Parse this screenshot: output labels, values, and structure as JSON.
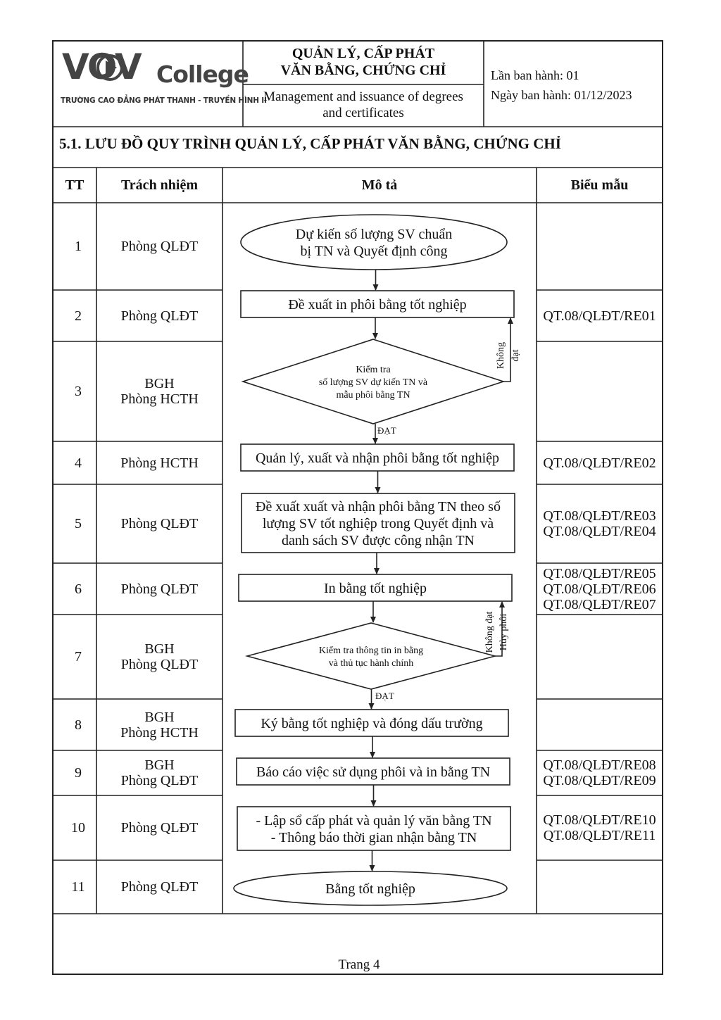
{
  "header": {
    "logo": {
      "brand": "VOV",
      "name": "College",
      "subtitle": "TRƯỜNG CAO ĐẲNG PHÁT THANH - TRUYỀN HÌNH II"
    },
    "title_line1": "QUẢN LÝ, CẤP PHÁT",
    "title_line2": "VĂN BẰNG, CHỨNG CHỈ",
    "title_en_line1": "Management and issuance of degrees",
    "title_en_line2": "and certificates",
    "issue_number": "Lần ban hành: 01",
    "issue_date": "Ngày ban hành: 01/12/2023"
  },
  "section_title": "5.1. LƯU ĐỒ QUY TRÌNH QUẢN LÝ, CẤP PHÁT VĂN BẰNG, CHỨNG CHỈ",
  "columns": {
    "tt": "TT",
    "responsibility": "Trách nhiệm",
    "description": "Mô tả",
    "forms": "Biểu mẫu"
  },
  "rows": [
    {
      "tt": "1",
      "resp": [
        "Phòng QLĐT"
      ],
      "forms": []
    },
    {
      "tt": "2",
      "resp": [
        "Phòng QLĐT"
      ],
      "forms": [
        "QT.08/QLĐT/RE01"
      ]
    },
    {
      "tt": "3",
      "resp": [
        "BGH",
        "Phòng HCTH"
      ],
      "forms": []
    },
    {
      "tt": "4",
      "resp": [
        "Phòng HCTH"
      ],
      "forms": [
        "QT.08/QLĐT/RE02"
      ]
    },
    {
      "tt": "5",
      "resp": [
        "Phòng QLĐT"
      ],
      "forms": [
        "QT.08/QLĐT/RE03",
        "QT.08/QLĐT/RE04"
      ]
    },
    {
      "tt": "6",
      "resp": [
        "Phòng QLĐT"
      ],
      "forms": [
        "QT.08/QLĐT/RE05",
        "QT.08/QLĐT/RE06",
        "QT.08/QLĐT/RE07"
      ]
    },
    {
      "tt": "7",
      "resp": [
        "BGH",
        "Phòng QLĐT"
      ],
      "forms": []
    },
    {
      "tt": "8",
      "resp": [
        "BGH",
        "Phòng HCTH"
      ],
      "forms": []
    },
    {
      "tt": "9",
      "resp": [
        "BGH",
        "Phòng QLĐT"
      ],
      "forms": [
        "QT.08/QLĐT/RE08",
        "QT.08/QLĐT/RE09"
      ]
    },
    {
      "tt": "10",
      "resp": [
        "Phòng QLĐT"
      ],
      "forms": [
        "QT.08/QLĐT/RE10",
        "QT.08/QLĐT/RE11"
      ]
    },
    {
      "tt": "11",
      "resp": [
        "Phòng QLĐT"
      ],
      "forms": []
    }
  ],
  "flow": [
    {
      "shape": "ellipse",
      "lines": [
        "Dự kiến số lượng SV chuẩn",
        "bị TN và Quyết định công"
      ]
    },
    {
      "shape": "rect",
      "lines": [
        "Đề xuất in phôi bằng tốt nghiệp"
      ]
    },
    {
      "shape": "diamond",
      "lines": [
        "Kiểm tra",
        "số lượng SV dự kiến TN và",
        "mẫu phôi bằng TN"
      ]
    },
    {
      "shape": "rect",
      "lines": [
        "Quản lý, xuất và nhận phôi bằng tốt nghiệp"
      ]
    },
    {
      "shape": "rect",
      "lines": [
        "Đề xuất xuất và nhận phôi bằng TN theo số",
        "lượng SV tốt nghiệp trong Quyết định và",
        "danh sách SV được công nhận TN"
      ]
    },
    {
      "shape": "rect",
      "lines": [
        "In bằng tốt nghiệp"
      ]
    },
    {
      "shape": "diamond",
      "lines": [
        "Kiểm tra thông tin in bằng",
        "và thủ tục hành chính"
      ]
    },
    {
      "shape": "rect",
      "lines": [
        "Ký bằng tốt nghiệp và đóng dấu trường"
      ]
    },
    {
      "shape": "rect",
      "lines": [
        "Báo cáo việc sử dụng phôi và in bằng TN"
      ]
    },
    {
      "shape": "rect",
      "lines": [
        "- Lập sổ cấp phát và quản lý văn bằng TN",
        "- Thông báo thời gian nhận bằng TN"
      ]
    },
    {
      "shape": "ellipse",
      "lines": [
        "Bằng tốt nghiệp"
      ]
    }
  ],
  "flow_labels": {
    "pass_1": "ĐẠT",
    "fail_1": [
      "Không",
      "đạt"
    ],
    "pass_2": "ĐẠT",
    "fail_2": [
      "Không đạt",
      "Hủy phôi"
    ]
  },
  "page_number": "Trang 4"
}
